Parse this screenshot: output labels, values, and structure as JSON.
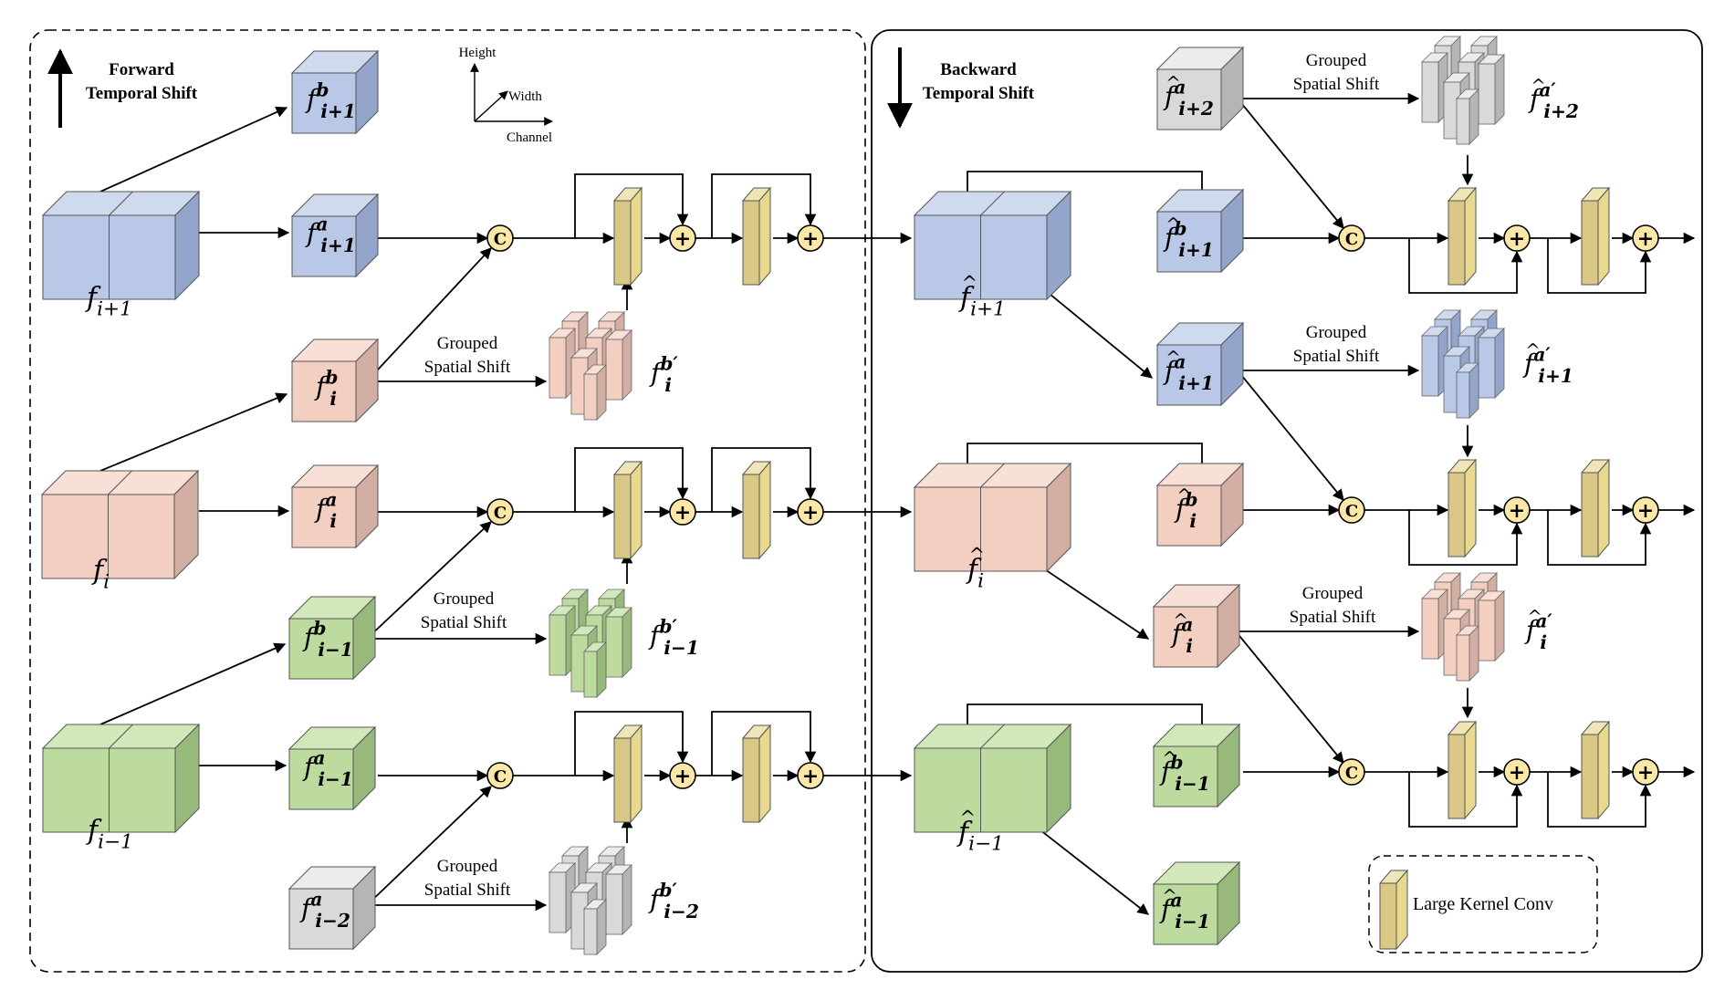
{
  "panels": {
    "forward_title": [
      "Forward",
      "Temporal Shift"
    ],
    "backward_title": [
      "Backward",
      "Temporal Shift"
    ]
  },
  "axes_legend": {
    "height": "Height",
    "width": "Width",
    "channel": "Channel"
  },
  "ops": {
    "shift_label": [
      "Grouped",
      "Spatial Shift"
    ],
    "concat": "C",
    "add": "+"
  },
  "legend": {
    "large_kernel_conv": "Large Kernel Conv"
  },
  "colors": {
    "blue": {
      "front": "#b8c8e6",
      "top": "#cfdaef",
      "side": "#93a5ca"
    },
    "pink": {
      "front": "#f3cfc2",
      "top": "#f8e0d7",
      "side": "#d3aea3"
    },
    "green": {
      "front": "#bedb9f",
      "top": "#d2e8bb",
      "side": "#97b97c"
    },
    "gray": {
      "front": "#d9d9d9",
      "top": "#ececec",
      "side": "#b5b5b5"
    },
    "conv": {
      "front": "#d9c885",
      "top": "#efe5b6",
      "side": "#e8d98e"
    },
    "node": "#fbe7a6"
  },
  "labels": {
    "f_i1": {
      "base": "f",
      "sub": "i+1",
      "sup": "",
      "hat": false
    },
    "f_i": {
      "base": "f",
      "sub": "i",
      "sup": "",
      "hat": false
    },
    "f_im1": {
      "base": "f",
      "sub": "i−1",
      "sup": "",
      "hat": false
    },
    "fb_i1": {
      "base": "f",
      "sub": "i+1",
      "sup": "b",
      "hat": false
    },
    "fa_i1": {
      "base": "f",
      "sub": "i+1",
      "sup": "a",
      "hat": false
    },
    "fb_i": {
      "base": "f",
      "sub": "i",
      "sup": "b",
      "hat": false
    },
    "fa_i": {
      "base": "f",
      "sub": "i",
      "sup": "a",
      "hat": false
    },
    "fb_im1": {
      "base": "f",
      "sub": "i−1",
      "sup": "b",
      "hat": false
    },
    "fa_im1": {
      "base": "f",
      "sub": "i−1",
      "sup": "a",
      "hat": false
    },
    "fa_im2": {
      "base": "f",
      "sub": "i−2",
      "sup": "a",
      "hat": false
    },
    "fbp_i": {
      "base": "f",
      "sub": "i",
      "sup": "b′",
      "hat": false
    },
    "fbp_im1": {
      "base": "f",
      "sub": "i−1",
      "sup": "b′",
      "hat": false
    },
    "fbp_im2": {
      "base": "f",
      "sub": "i−2",
      "sup": "b′",
      "hat": false
    },
    "h_i1": {
      "base": "f",
      "sub": "i+1",
      "sup": "",
      "hat": true
    },
    "h_i": {
      "base": "f",
      "sub": "i",
      "sup": "",
      "hat": true
    },
    "h_im1": {
      "base": "f",
      "sub": "i−1",
      "sup": "",
      "hat": true
    },
    "ha_i2": {
      "base": "f",
      "sub": "i+2",
      "sup": "a",
      "hat": true
    },
    "hb_i1": {
      "base": "f",
      "sub": "i+1",
      "sup": "b",
      "hat": true
    },
    "ha_i1": {
      "base": "f",
      "sub": "i+1",
      "sup": "a",
      "hat": true
    },
    "hb_i": {
      "base": "f",
      "sub": "i",
      "sup": "b",
      "hat": true
    },
    "ha_i": {
      "base": "f",
      "sub": "i",
      "sup": "a",
      "hat": true
    },
    "hb_im1": {
      "base": "f",
      "sub": "i−1",
      "sup": "b",
      "hat": true
    },
    "ha_im1": {
      "base": "f",
      "sub": "i−1",
      "sup": "a",
      "hat": true
    },
    "hap_i2": {
      "base": "f",
      "sub": "i+2",
      "sup": "a′",
      "hat": true
    },
    "hap_i1": {
      "base": "f",
      "sub": "i+1",
      "sup": "a′",
      "hat": true
    },
    "hap_i": {
      "base": "f",
      "sub": "i",
      "sup": "a′",
      "hat": true
    }
  }
}
